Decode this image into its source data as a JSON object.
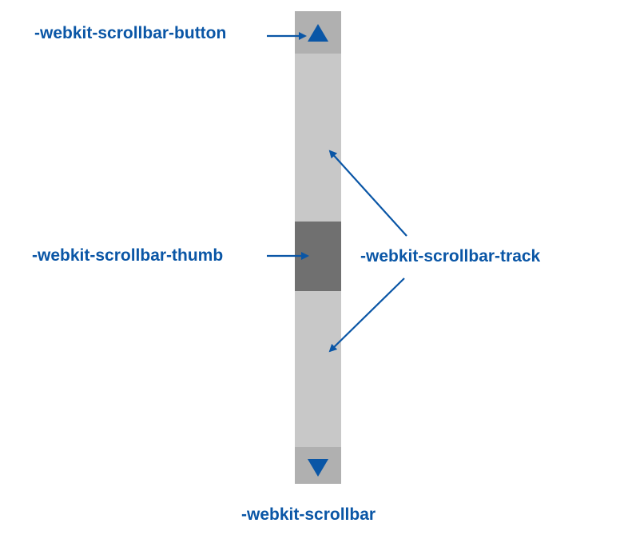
{
  "labels": {
    "button": "-webkit-scrollbar-button",
    "thumb": "-webkit-scrollbar-thumb",
    "track": "-webkit-scrollbar-track",
    "scrollbar": "-webkit-scrollbar"
  },
  "icons": {
    "up": "triangle-up-icon",
    "down": "triangle-down-icon"
  },
  "colors": {
    "label": "#0a56a6",
    "track": "#c8c8c8",
    "button": "#b0b0b0",
    "thumb": "#707070"
  }
}
